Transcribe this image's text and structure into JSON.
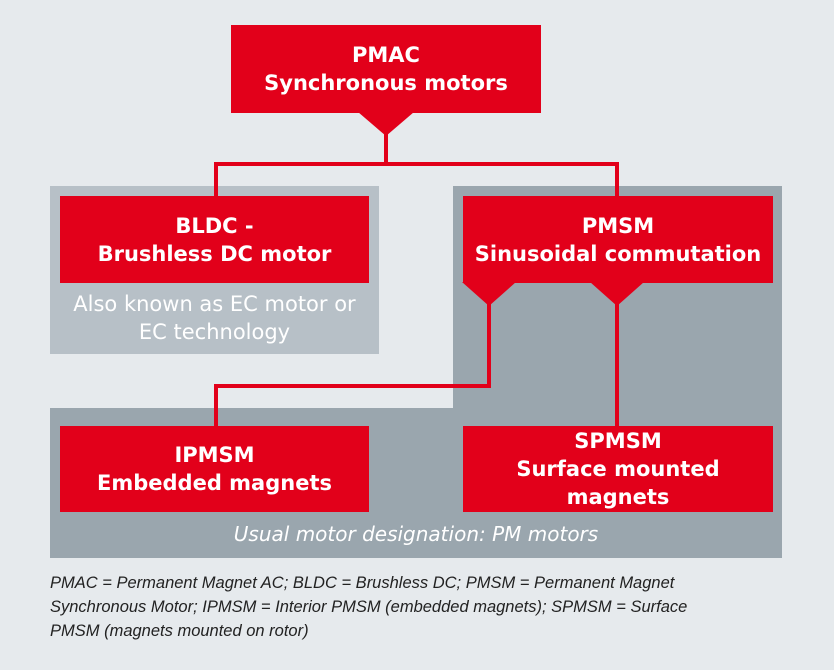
{
  "colors": {
    "background": "#e6eaed",
    "box_red": "#e2001a",
    "panel_light": "#b7c0c7",
    "panel_dark": "#9aa6ae"
  },
  "pmac": {
    "line1": "PMAC",
    "line2": "Synchronous motors"
  },
  "bldc": {
    "line1": "BLDC -",
    "line2": "Brushless DC motor",
    "note_line1": "Also known as EC motor or",
    "note_line2": "EC technology"
  },
  "pmsm": {
    "line1": "PMSM",
    "line2": "Sinusoidal commutation"
  },
  "ipmsm": {
    "line1": "IPMSM",
    "line2": "Embedded magnets"
  },
  "spmsm": {
    "line1": "SPMSM",
    "line2": "Surface mounted",
    "line3": "magnets"
  },
  "usual_designation": "Usual motor designation: PM motors",
  "footnote": {
    "line1": "PMAC = Permanent Magnet AC; BLDC = Brushless DC; PMSM = Permanent Magnet",
    "line2": "Synchronous Motor; IPMSM = Interior PMSM (embedded magnets); SPMSM = Surface",
    "line3": "PMSM (magnets mounted on rotor)"
  }
}
